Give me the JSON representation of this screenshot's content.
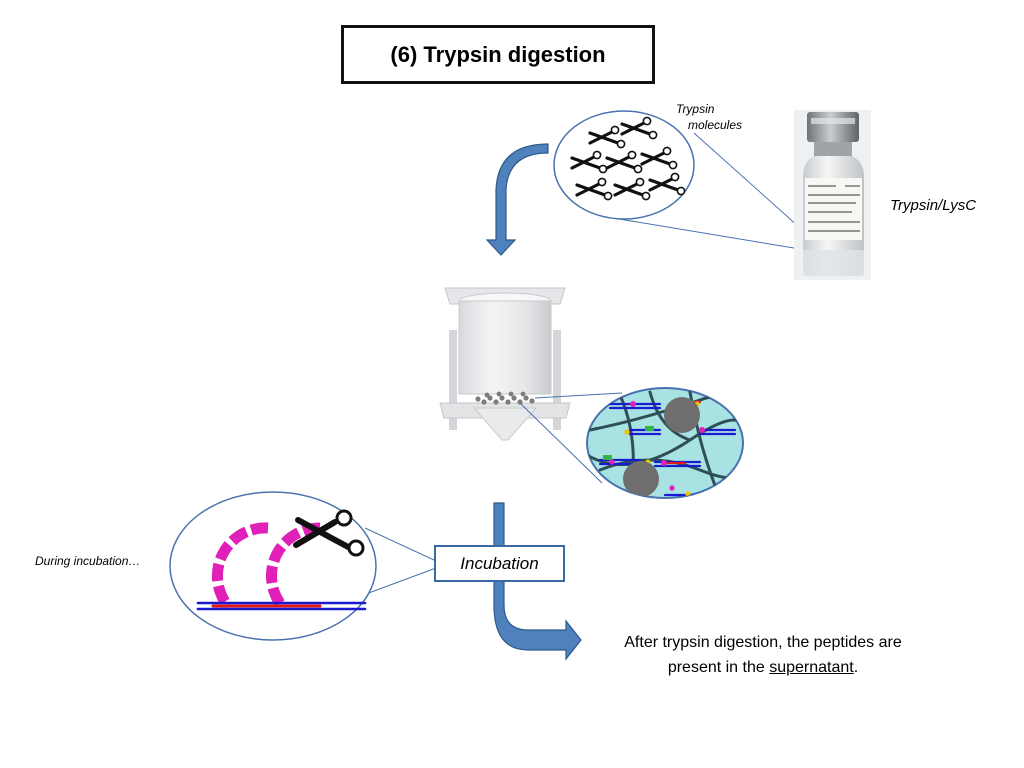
{
  "title": "(6) Trypsin digestion",
  "labels": {
    "trypsin_molecules_line1": "Trypsin",
    "trypsin_molecules_line2": "molecules",
    "vial_label": "Trypsin/LysC",
    "during_incubation": "During incubation…",
    "incubation": "Incubation",
    "result_part1": "After trypsin digestion, the peptides are present in the ",
    "result_underlined": "supernatant",
    "result_end": "."
  },
  "colors": {
    "arrow_fill": "#4f81bd",
    "arrow_stroke": "#2e5a8c",
    "bubble_stroke": "#4a72b0",
    "protein_magenta": "#e020b8",
    "strand_blue": "#1a1ad0",
    "strand_red": "#e01818",
    "bead_fill": "#a8e2e2"
  }
}
